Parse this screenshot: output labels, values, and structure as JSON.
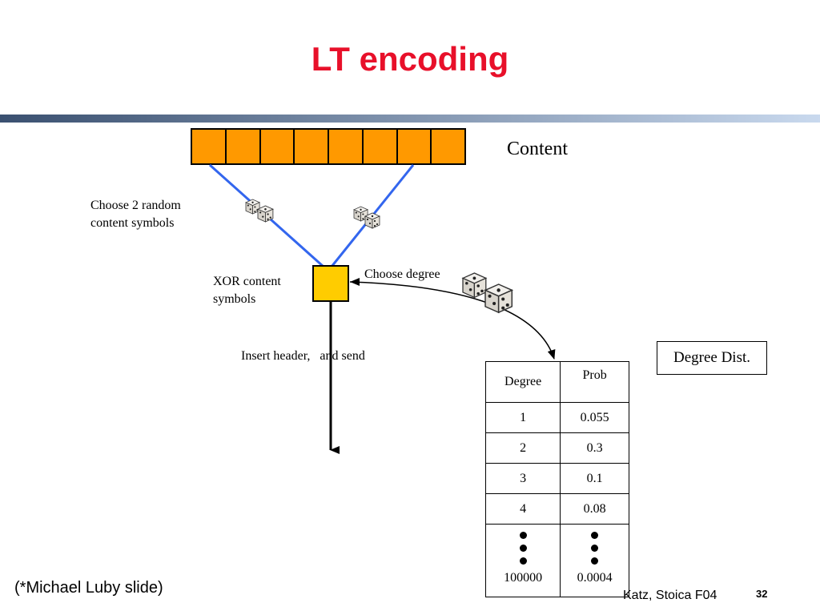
{
  "slide": {
    "title": "LT encoding",
    "page_number": "32"
  },
  "colors": {
    "title": "#e8102a",
    "symbol_fill": "#ff9900",
    "xor_fill": "#ffcc00",
    "blue_line": "#3366ee",
    "divider_dark": "#3a5070",
    "divider_light": "#c9d9ee"
  },
  "diagram": {
    "content_label": "Content",
    "content_symbol_count": 8,
    "choose_random_label": "Choose 2 random\ncontent symbols",
    "xor_label": "XOR content\nsymbols",
    "choose_degree_label": "Choose degree",
    "insert_header_label": "Insert header,   and send",
    "dice_icon": "dice-icon"
  },
  "degree_table": {
    "box_label": "Degree Dist.",
    "headers": [
      "Degree",
      "Prob"
    ],
    "rows": [
      {
        "degree": "1",
        "prob": "0.055"
      },
      {
        "degree": "2",
        "prob": "0.3"
      },
      {
        "degree": "3",
        "prob": "0.1"
      },
      {
        "degree": "4",
        "prob": "0.08"
      }
    ],
    "last_row": {
      "degree": "100000",
      "prob": "0.0004"
    }
  },
  "footer": {
    "left": "(*Michael Luby slide)",
    "right": "Katz, Stoica F04"
  }
}
